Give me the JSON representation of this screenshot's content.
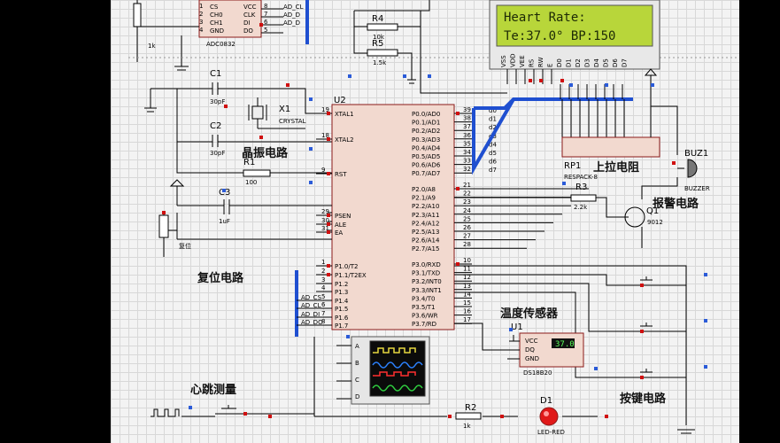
{
  "lcd": {
    "line1": "Heart Rate:",
    "line2": "Te:37.0° BP:150",
    "pins": [
      "VSS",
      "VDD",
      "VEE",
      "RS",
      "RW",
      "E",
      "D0",
      "D1",
      "D2",
      "D3",
      "D4",
      "D5",
      "D6",
      "D7"
    ]
  },
  "adc": {
    "ref": "ADC0832",
    "left_pins": [
      "CS",
      "CH0",
      "CH1",
      "GND"
    ],
    "right_pins": [
      "VCC",
      "CLK",
      "DI",
      "DO"
    ],
    "pin_nums": [
      "1",
      "2",
      "3",
      "4",
      "8",
      "7",
      "6",
      "5"
    ],
    "nets": [
      "AD_CL",
      "AD_D",
      "AD_D"
    ],
    "r_value": "1k"
  },
  "mcu": {
    "ref": "U2",
    "left_pins": [
      {
        "num": "19",
        "name": "XTAL1"
      },
      {
        "num": "18",
        "name": "XTAL2"
      },
      {
        "num": "9",
        "name": "RST"
      },
      {
        "num": "29",
        "name": "PSEN"
      },
      {
        "num": "30",
        "name": "ALE"
      },
      {
        "num": "31",
        "name": "EA"
      },
      {
        "num": "1",
        "name": "P1.0/T2"
      },
      {
        "num": "2",
        "name": "P1.1/T2EX"
      },
      {
        "num": "3",
        "name": "P1.2"
      },
      {
        "num": "4",
        "name": "P1.3"
      },
      {
        "num": "5",
        "name": "P1.4"
      },
      {
        "num": "6",
        "name": "P1.5"
      },
      {
        "num": "7",
        "name": "P1.6"
      },
      {
        "num": "8",
        "name": "P1.7"
      }
    ],
    "right_pins": [
      {
        "num": "39",
        "name": "P0.0/AD0"
      },
      {
        "num": "38",
        "name": "P0.1/AD1"
      },
      {
        "num": "37",
        "name": "P0.2/AD2"
      },
      {
        "num": "36",
        "name": "P0.3/AD3"
      },
      {
        "num": "35",
        "name": "P0.4/AD4"
      },
      {
        "num": "34",
        "name": "P0.5/AD5"
      },
      {
        "num": "33",
        "name": "P0.6/AD6"
      },
      {
        "num": "32",
        "name": "P0.7/AD7"
      },
      {
        "num": "21",
        "name": "P2.0/A8"
      },
      {
        "num": "22",
        "name": "P2.1/A9"
      },
      {
        "num": "23",
        "name": "P2.2/A10"
      },
      {
        "num": "24",
        "name": "P2.3/A11"
      },
      {
        "num": "25",
        "name": "P2.4/A12"
      },
      {
        "num": "26",
        "name": "P2.5/A13"
      },
      {
        "num": "27",
        "name": "P2.6/A14"
      },
      {
        "num": "28",
        "name": "P2.7/A15"
      },
      {
        "num": "10",
        "name": "P3.0/RXD"
      },
      {
        "num": "11",
        "name": "P3.1/TXD"
      },
      {
        "num": "12",
        "name": "P3.2/INT0"
      },
      {
        "num": "13",
        "name": "P3.3/INT1"
      },
      {
        "num": "14",
        "name": "P3.4/T0"
      },
      {
        "num": "15",
        "name": "P3.5/T1"
      },
      {
        "num": "16",
        "name": "P3.6/WR"
      },
      {
        "num": "17",
        "name": "P3.7/RD"
      }
    ],
    "data_nets": [
      "d0",
      "d1",
      "d2",
      "d3",
      "d4",
      "d5",
      "d6",
      "d7"
    ],
    "p1_nets": [
      "AD_CS",
      "AD_CL",
      "AD_DI",
      "AD_DO"
    ]
  },
  "crystal": {
    "c1_ref": "C1",
    "c1_val": "30pF",
    "c2_ref": "C2",
    "c2_val": "30pF",
    "x_ref": "X1",
    "x_val": "CRYSTAL"
  },
  "reset": {
    "r_ref": "R1",
    "r_val": "100",
    "c_ref": "C3",
    "c_val": "1uF",
    "sw_label": "复位"
  },
  "r4": {
    "ref": "R4",
    "val": "10k"
  },
  "r5": {
    "ref": "R5",
    "val": "1.5k"
  },
  "rp1": {
    "ref": "RP1",
    "val": "RESPACK-8"
  },
  "r3": {
    "ref": "R3",
    "val": "2.2k"
  },
  "q1": {
    "ref": "Q1",
    "val": "9012"
  },
  "buz": {
    "ref": "BUZ1",
    "val": "BUZZER"
  },
  "ds18b20": {
    "ref": "U1",
    "val": "DS18B20",
    "pins": [
      "VCC",
      "DQ",
      "GND"
    ],
    "reading": "37.0"
  },
  "scope": {
    "channels": [
      "A",
      "B",
      "C",
      "D"
    ]
  },
  "r2": {
    "ref": "R2",
    "val": "1k"
  },
  "led": {
    "ref": "D1",
    "val": "LED-RED"
  },
  "labels": {
    "crystal": "晶振电路",
    "pullup": "上拉电阻",
    "alarm": "报警电路",
    "reset": "复位电路",
    "temp": "温度传感器",
    "heartbeat": "心跳测量",
    "keys": "按键电路"
  },
  "colors": {
    "chip_fill": "#f2d9cf",
    "chip_border": "#8b1a1a",
    "bus": "#1f4fd0",
    "lcd_bg": "#b8d63a",
    "lcd_text": "#1d2a06",
    "led": "#e01818"
  }
}
